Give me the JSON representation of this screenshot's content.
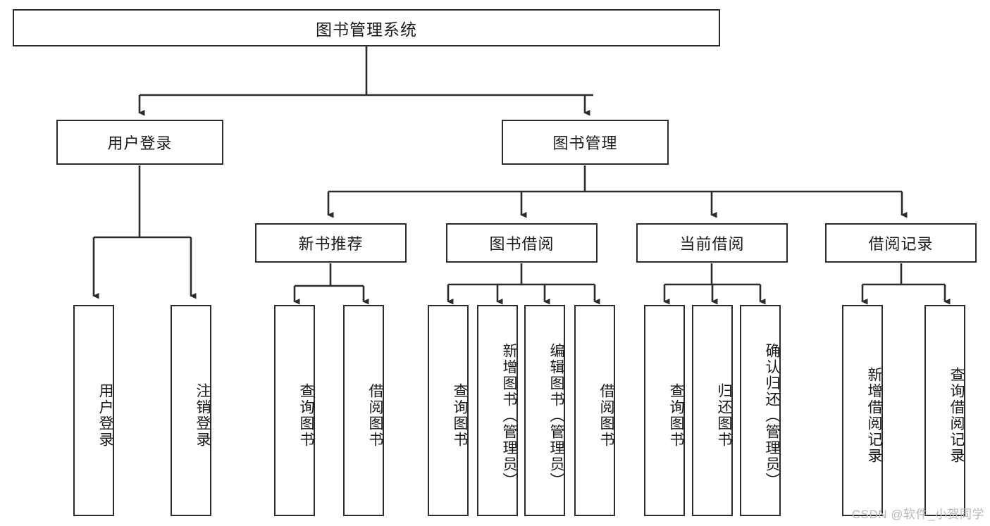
{
  "diagram": {
    "title": "图书管理系统",
    "watermark": "CSDN @软件_小贺同学",
    "type": "tree-hierarchy",
    "levels": 4,
    "edge_color": "#2b2b2b",
    "box_border_color": "#2b2b2b",
    "background_color": "#ffffff",
    "text_color": "#1a1a1a",
    "watermark_color": "#b8b8b8"
  },
  "nodes": {
    "root": {
      "label": "图书管理系统"
    },
    "level2": [
      {
        "label": "用户登录"
      },
      {
        "label": "图书管理"
      }
    ],
    "level3": [
      {
        "label": "新书推荐"
      },
      {
        "label": "图书借阅"
      },
      {
        "label": "当前借阅"
      },
      {
        "label": "借阅记录"
      }
    ],
    "leaves_user_login": [
      {
        "label": "用户登录"
      },
      {
        "label": "注销登录"
      }
    ],
    "leaves_new_book": [
      {
        "label": "查询图书"
      },
      {
        "label": "借阅图书"
      }
    ],
    "leaves_borrow": [
      {
        "label": "查询图书"
      },
      {
        "label": "新增图书（管理员）"
      },
      {
        "label": "编辑图书（管理员）"
      },
      {
        "label": "借阅图书"
      }
    ],
    "leaves_current": [
      {
        "label": "查询图书"
      },
      {
        "label": "归还图书"
      },
      {
        "label": "确认归还（管理员）"
      }
    ],
    "leaves_records": [
      {
        "label": "新增借阅记录"
      },
      {
        "label": "查询借阅记录"
      }
    ]
  }
}
